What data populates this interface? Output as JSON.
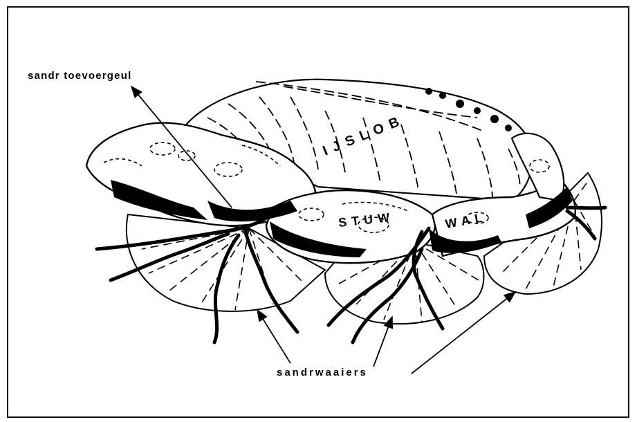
{
  "labels": {
    "sandr_toevoergeul": "sandr toevoergeul",
    "ijslob": "IJSLOB",
    "stuwwal_part1": "STUW",
    "stuwwal_part2": "WAL",
    "sandrwaaiers": "sandrwaaiers"
  }
}
